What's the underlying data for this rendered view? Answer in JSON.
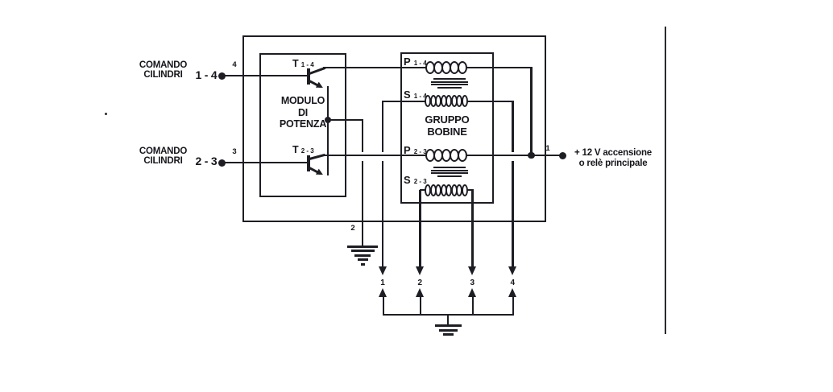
{
  "colors": {
    "line": "#1d1d24",
    "text": "#16161c",
    "background": "#ffffff"
  },
  "inputs": [
    {
      "label1": "COMANDO",
      "label2": "CILINDRI",
      "range": "1 - 4",
      "pin": "4"
    },
    {
      "label1": "COMANDO",
      "label2": "CILINDRI",
      "range": "2 - 3",
      "pin": "3"
    }
  ],
  "power_module": {
    "title1": "MODULO",
    "title2": "DI",
    "title3": "POTENZA",
    "t14": {
      "letter": "T",
      "sub": "1 - 4"
    },
    "t23": {
      "letter": "T",
      "sub": "2 - 3"
    }
  },
  "coil_group": {
    "title1": "GRUPPO",
    "title2": "BOBINE",
    "p14": {
      "letter": "P",
      "sub": "1 - 4"
    },
    "s14": {
      "letter": "S",
      "sub": "1 - 4"
    },
    "p23": {
      "letter": "P",
      "sub": "2 - 3"
    },
    "s23": {
      "letter": "S",
      "sub": "2 - 3"
    }
  },
  "supply": {
    "pin": "1",
    "text1": "+ 12 V accensione",
    "text2": "o relè principale"
  },
  "ground": {
    "pin": "2"
  },
  "terminals": [
    "1",
    "2",
    "3",
    "4"
  ]
}
